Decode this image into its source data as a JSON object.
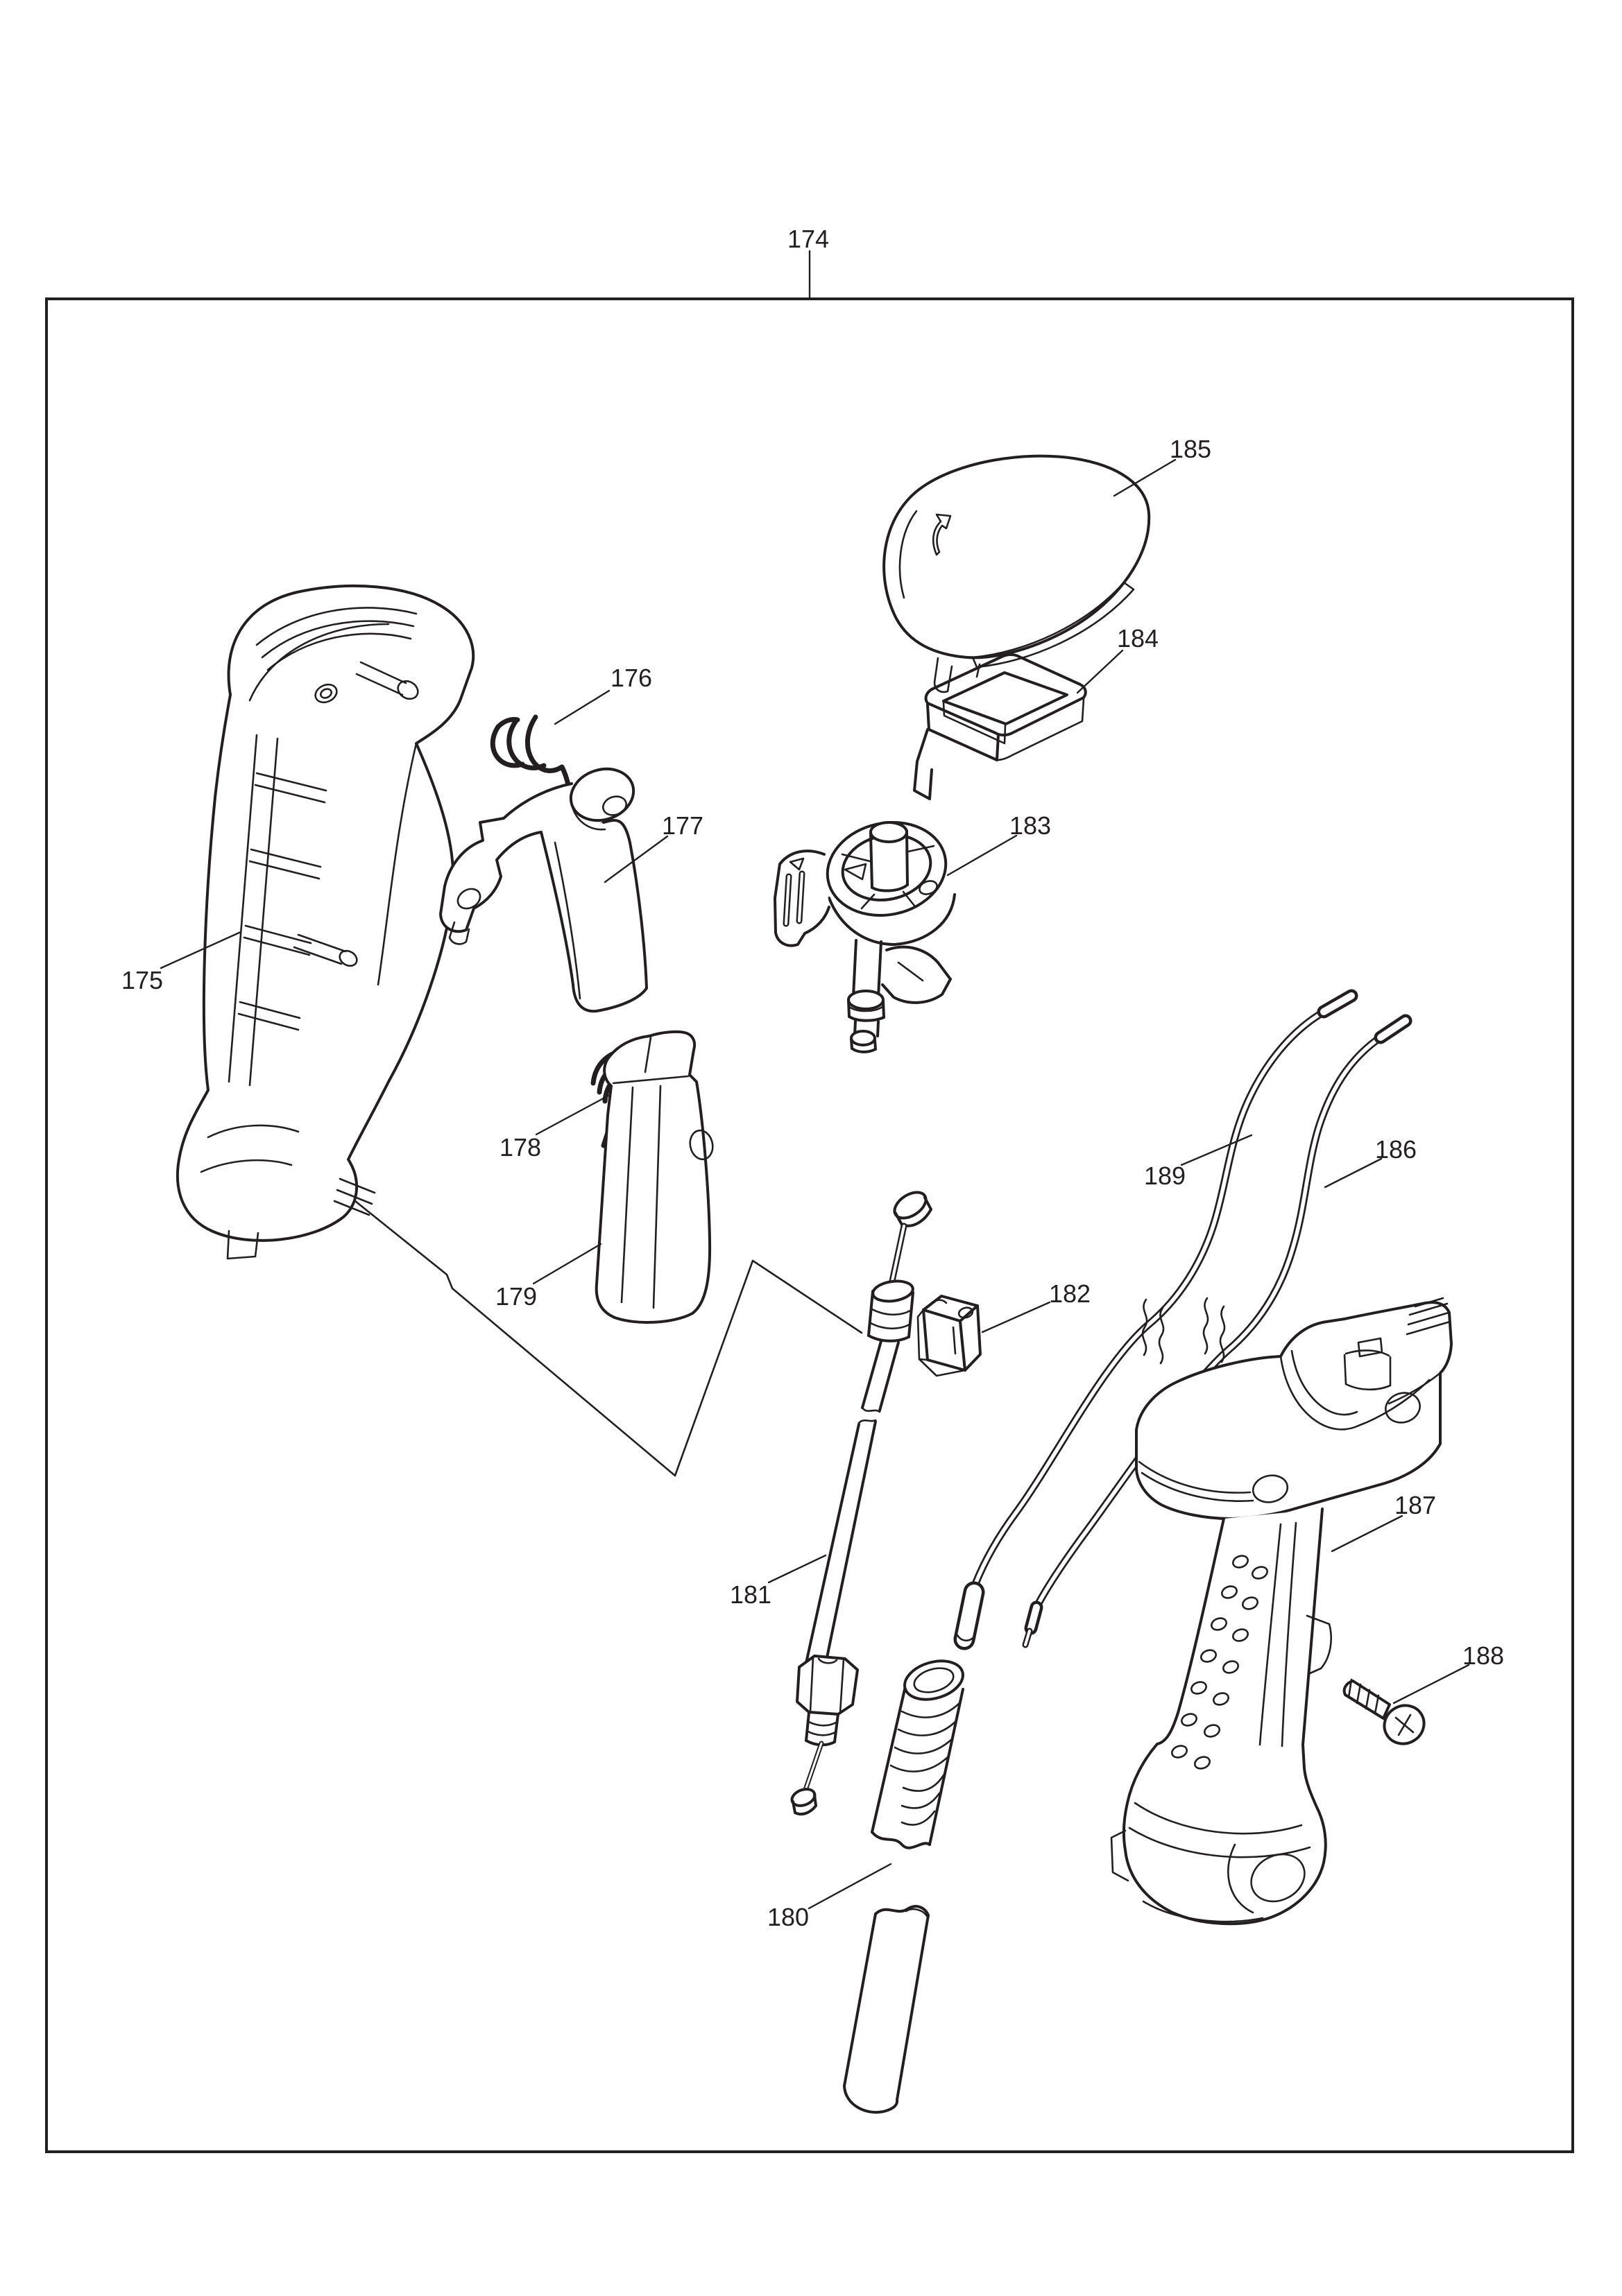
{
  "figure": {
    "kind": "exploded-parts-diagram",
    "background_color": "#ffffff",
    "line_color": "#231f20",
    "border_box": "single-rule frame around exploded view"
  },
  "parts": [
    {
      "number": "174",
      "depicts": "assembly-frame-callout"
    },
    {
      "number": "175",
      "depicts": "handle-housing-left-cutaway"
    },
    {
      "number": "176",
      "depicts": "coil-spring"
    },
    {
      "number": "177",
      "depicts": "lock-off-lever"
    },
    {
      "number": "178",
      "depicts": "torsion-spring"
    },
    {
      "number": "179",
      "depicts": "trigger"
    },
    {
      "number": "180",
      "depicts": "flexible-tube"
    },
    {
      "number": "181",
      "depicts": "throttle-cable-with-adjuster"
    },
    {
      "number": "182",
      "depicts": "cable-holder-block"
    },
    {
      "number": "183",
      "depicts": "dial-cam-wheel"
    },
    {
      "number": "184",
      "depicts": "rectangular-frame"
    },
    {
      "number": "185",
      "depicts": "cover-cap"
    },
    {
      "number": "186",
      "depicts": "cable-right"
    },
    {
      "number": "187",
      "depicts": "handle-housing-right"
    },
    {
      "number": "188",
      "depicts": "tapping-screw"
    },
    {
      "number": "189",
      "depicts": "cable-left"
    }
  ]
}
